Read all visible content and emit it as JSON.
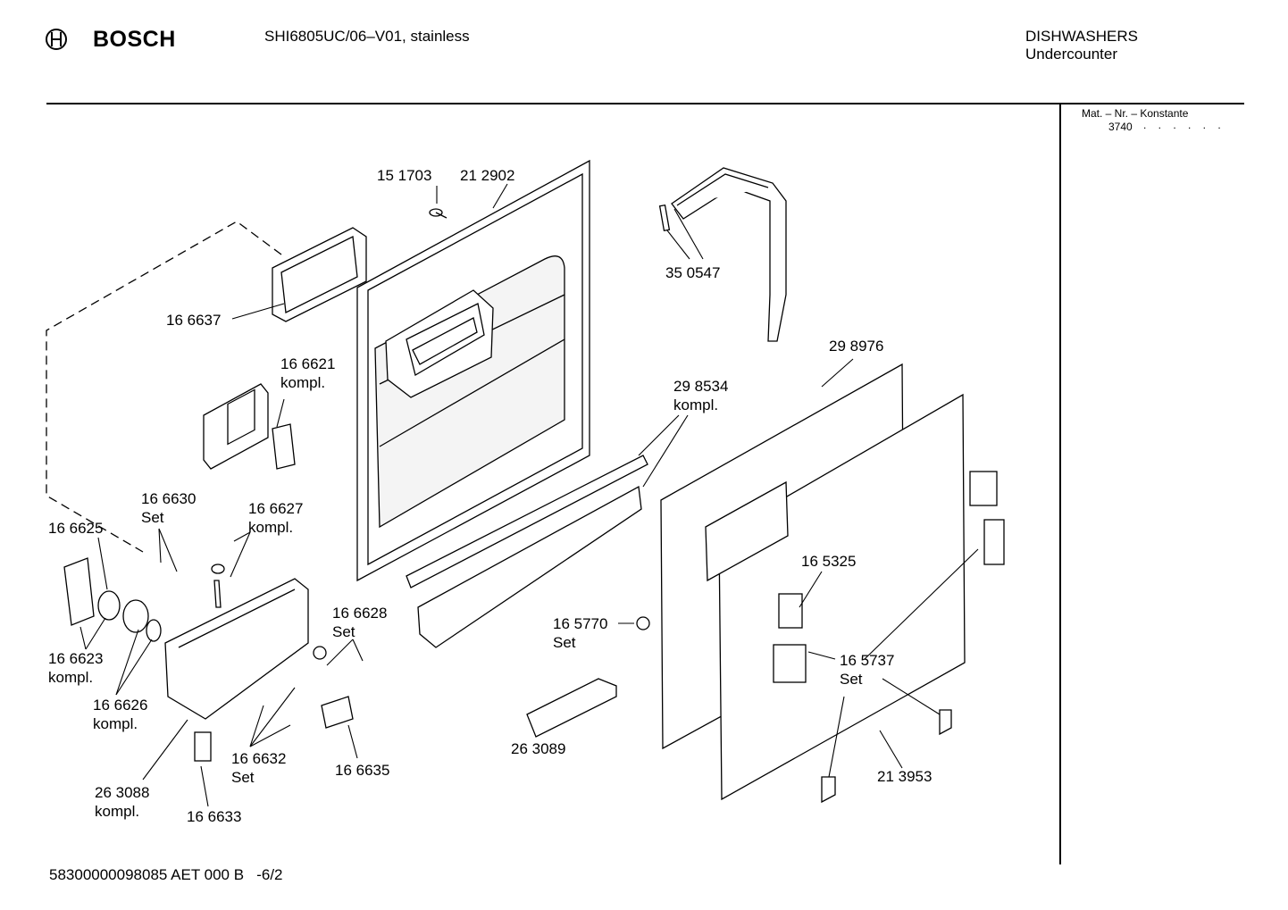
{
  "header": {
    "brand": "BOSCH",
    "model": "SHI6805UC/06–V01, stainless",
    "category_line1": "DISHWASHERS",
    "category_line2": "Undercounter"
  },
  "side_panel": {
    "mat_label": "Mat. – Nr. – Konstante",
    "mat_value": "3740",
    "mat_dots": ". . . . . ."
  },
  "footer": {
    "doc_code": "58300000098085 AET 000 B   -6/2"
  },
  "parts": [
    {
      "id": "p151703",
      "number": "15 1703"
    },
    {
      "id": "p212902",
      "number": "21 2902"
    },
    {
      "id": "p350547",
      "number": "35 0547"
    },
    {
      "id": "p166637",
      "number": "16 6637"
    },
    {
      "id": "p166621",
      "number": "16 6621",
      "note": "kompl."
    },
    {
      "id": "p298976",
      "number": "29 8976"
    },
    {
      "id": "p298534",
      "number": "29 8534",
      "note": "kompl."
    },
    {
      "id": "p166630",
      "number": "16 6630",
      "note": "Set"
    },
    {
      "id": "p166627",
      "number": "16 6627",
      "note": "kompl."
    },
    {
      "id": "p166625",
      "number": "16 6625"
    },
    {
      "id": "p165325",
      "number": "16 5325"
    },
    {
      "id": "p166628",
      "number": "16 6628",
      "note": "Set"
    },
    {
      "id": "p165770",
      "number": "16 5770",
      "note": "Set"
    },
    {
      "id": "p166623",
      "number": "16 6623",
      "note": "kompl."
    },
    {
      "id": "p165737",
      "number": "16 5737",
      "note": "Set"
    },
    {
      "id": "p166626",
      "number": "16 6626",
      "note": "kompl."
    },
    {
      "id": "p166632",
      "number": "16 6632",
      "note": "Set"
    },
    {
      "id": "p166635",
      "number": "16 6635"
    },
    {
      "id": "p263089",
      "number": "26 3089"
    },
    {
      "id": "p213953",
      "number": "21 3953"
    },
    {
      "id": "p263088",
      "number": "26 3088",
      "note": "kompl."
    },
    {
      "id": "p166633",
      "number": "16 6633"
    }
  ]
}
